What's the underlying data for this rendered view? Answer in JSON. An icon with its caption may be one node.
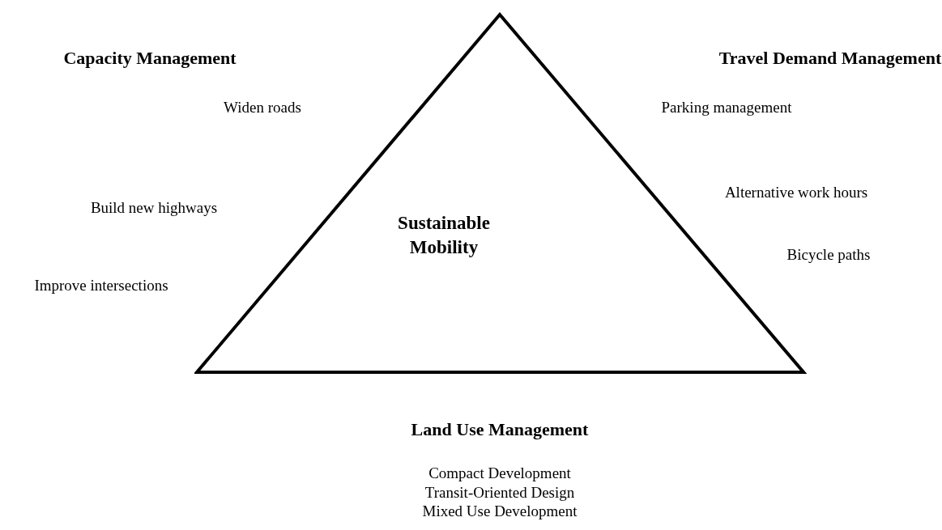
{
  "diagram": {
    "nodes": [
      {
        "text": [
          "Sustainable Mobility"
        ]
      }
    ],
    "labels": [
      "Capacity Management",
      "Travel Demand Management",
      "Widen roads",
      "Parking management",
      "Alternative work hours",
      "Build new highways",
      "Bicycle paths",
      "Improve intersections",
      "Land Use Management",
      "Compact Development",
      "Transit-Oriented Design",
      "Mixed Use Development"
    ]
  }
}
